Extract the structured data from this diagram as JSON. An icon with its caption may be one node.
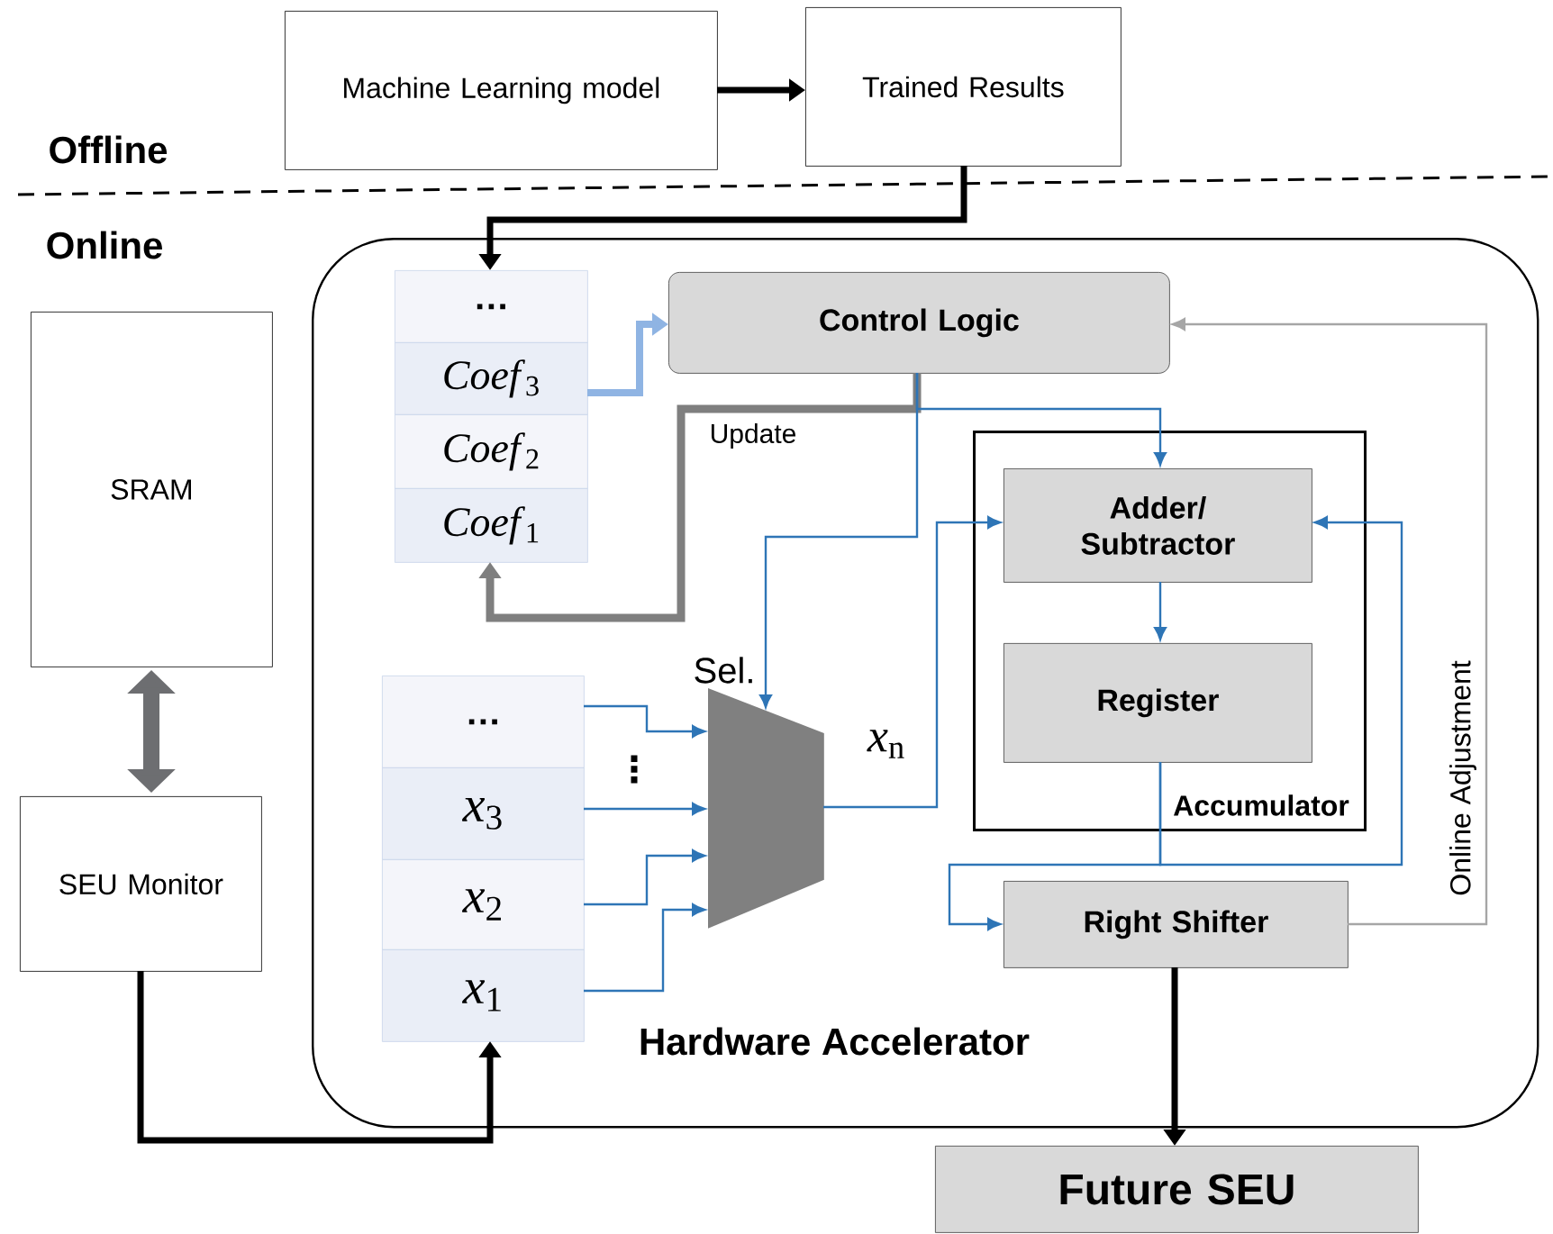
{
  "diagram": {
    "nodes": [
      {
        "text": [
          "Machine Learning model"
        ]
      },
      {
        "text": [
          "Trained Results"
        ]
      },
      {
        "text": [
          "Hardware Accelerator"
        ]
      },
      {
        "text": [
          "…"
        ],
        "in": 2
      },
      {
        "text": [
          "*Coef*$_{3}$"
        ],
        "in": 2
      },
      {
        "text": [
          "*Coef*$_{2}$"
        ],
        "in": 2
      },
      {
        "text": [
          "*Coef*$_{1}$"
        ],
        "in": 2
      },
      {
        "text": [
          "Control Logic"
        ],
        "in": 2
      },
      {
        "text": [
          "Accumulator"
        ],
        "in": 2
      },
      {
        "text": [
          "Adder/ Subtractor"
        ],
        "in": 8
      },
      {
        "text": [
          "Register"
        ],
        "in": 8
      },
      {
        "text": [
          "…"
        ],
        "in": 2
      },
      {
        "text": [
          "*x*$_{3}$"
        ],
        "in": 2
      },
      {
        "text": [
          "*x*$_{2}$"
        ],
        "in": 2
      },
      {
        "text": [
          "*x*$_{1}$"
        ],
        "in": 2
      },
      {
        "text": [],
        "shape": "trapezoid",
        "beside": [
          "Sel."
        ],
        "in": 2
      },
      {
        "text": [
          "Right Shifter"
        ],
        "in": 2
      },
      {
        "text": [
          "Future SEU"
        ]
      },
      {
        "text": [
          "SRAM"
        ]
      },
      {
        "text": [
          "SEU Monitor"
        ]
      }
    ],
    "edges": [
      {
        "from": 0,
        "to": 1,
        "arrow": "to",
        "style": "thick",
        "color": "#000000"
      },
      {
        "from": 1,
        "to": 3,
        "arrow": "to",
        "style": "thick",
        "color": "#000000"
      },
      {
        "from": 4,
        "to": 7,
        "arrow": "to",
        "style": "thick",
        "color": "#8fb4e3"
      },
      {
        "from": 7,
        "to": 6,
        "arrow": "to",
        "label": "Update",
        "style": "thick",
        "color": "#7f7f7f"
      },
      {
        "from": 7,
        "to": 9,
        "arrow": "to"
      },
      {
        "from": 7,
        "to": 15,
        "arrow": "to"
      },
      {
        "from": 11,
        "to": 15,
        "arrow": "to"
      },
      {
        "from": 12,
        "to": 15,
        "arrow": "to"
      },
      {
        "from": 13,
        "to": 15,
        "arrow": "to"
      },
      {
        "from": 14,
        "to": 15,
        "arrow": "to"
      },
      {
        "from": 15,
        "to": 9,
        "arrow": "to",
        "label": "*x*$_{n}$"
      },
      {
        "from": 9,
        "to": 10,
        "arrow": "to"
      },
      {
        "from": 10,
        "to": 16,
        "arrow": "to"
      },
      {
        "from": 10,
        "to": 9,
        "arrow": "to"
      },
      {
        "from": 16,
        "to": 7,
        "arrow": "to",
        "label": "Online Adjustment",
        "color": "#a6a6a6"
      },
      {
        "from": 16,
        "to": 17,
        "arrow": "to",
        "style": "thick",
        "color": "#000000"
      },
      {
        "from": 19,
        "to": 14,
        "arrow": "to",
        "style": "thick",
        "color": "#000000"
      },
      {
        "from": 18,
        "to": 19,
        "arrow": "both",
        "style": "thick",
        "color": "#6d6e71"
      }
    ],
    "labels": [
      "Offline",
      "Online",
      "⋮"
    ]
  }
}
